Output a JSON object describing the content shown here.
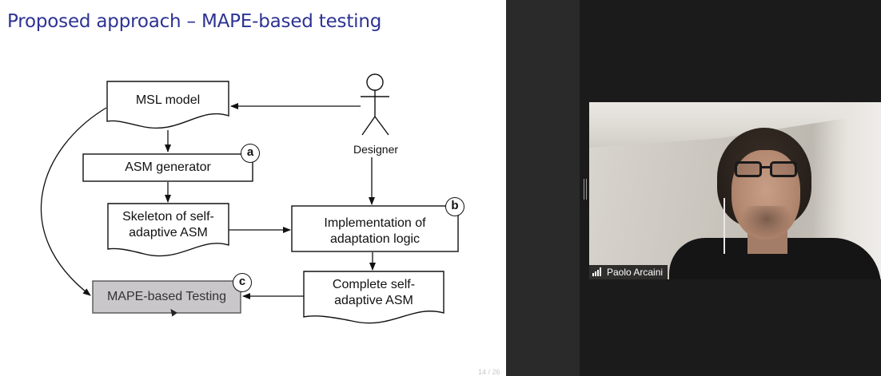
{
  "slide": {
    "title": "Proposed approach – MAPE-based testing",
    "page_number": "14 / 26"
  },
  "diagram": {
    "nodes": {
      "msl_model": "MSL model",
      "asm_generator": "ASM generator",
      "skeleton_line1": "Skeleton of self-",
      "skeleton_line2": "adaptive ASM",
      "implementation_line1": "Implementation of",
      "implementation_line2": "adaptation logic",
      "complete_line1": "Complete self-",
      "complete_line2": "adaptive ASM",
      "mape_testing": "MAPE-based Testing",
      "designer": "Designer"
    },
    "badges": {
      "a": "a",
      "b": "b",
      "c": "c"
    }
  },
  "video": {
    "participant_name": "Paolo Arcaini"
  },
  "icons": {
    "actor": "stick-figure-icon",
    "signal": "signal-bars-icon",
    "cursor": "mouse-pointer-icon",
    "handle": "resize-handle-icon"
  },
  "colors": {
    "title": "#2d3393",
    "testing_box_fill": "#c9c7c9",
    "right_background": "#1b1b1b"
  }
}
